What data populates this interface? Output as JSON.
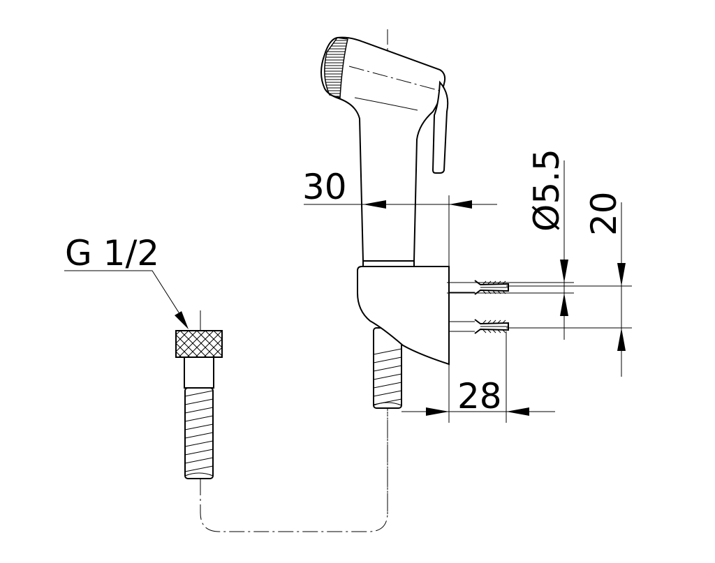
{
  "drawing": {
    "title": "Hand shower with wall bracket and hose",
    "line_color": "#000000",
    "background": "#ffffff"
  },
  "dimensions": {
    "thread": "G 1/2",
    "handset_width": "30",
    "bracket_depth": "28",
    "hole_diameter": "Ø5.5",
    "hole_spacing": "20"
  }
}
